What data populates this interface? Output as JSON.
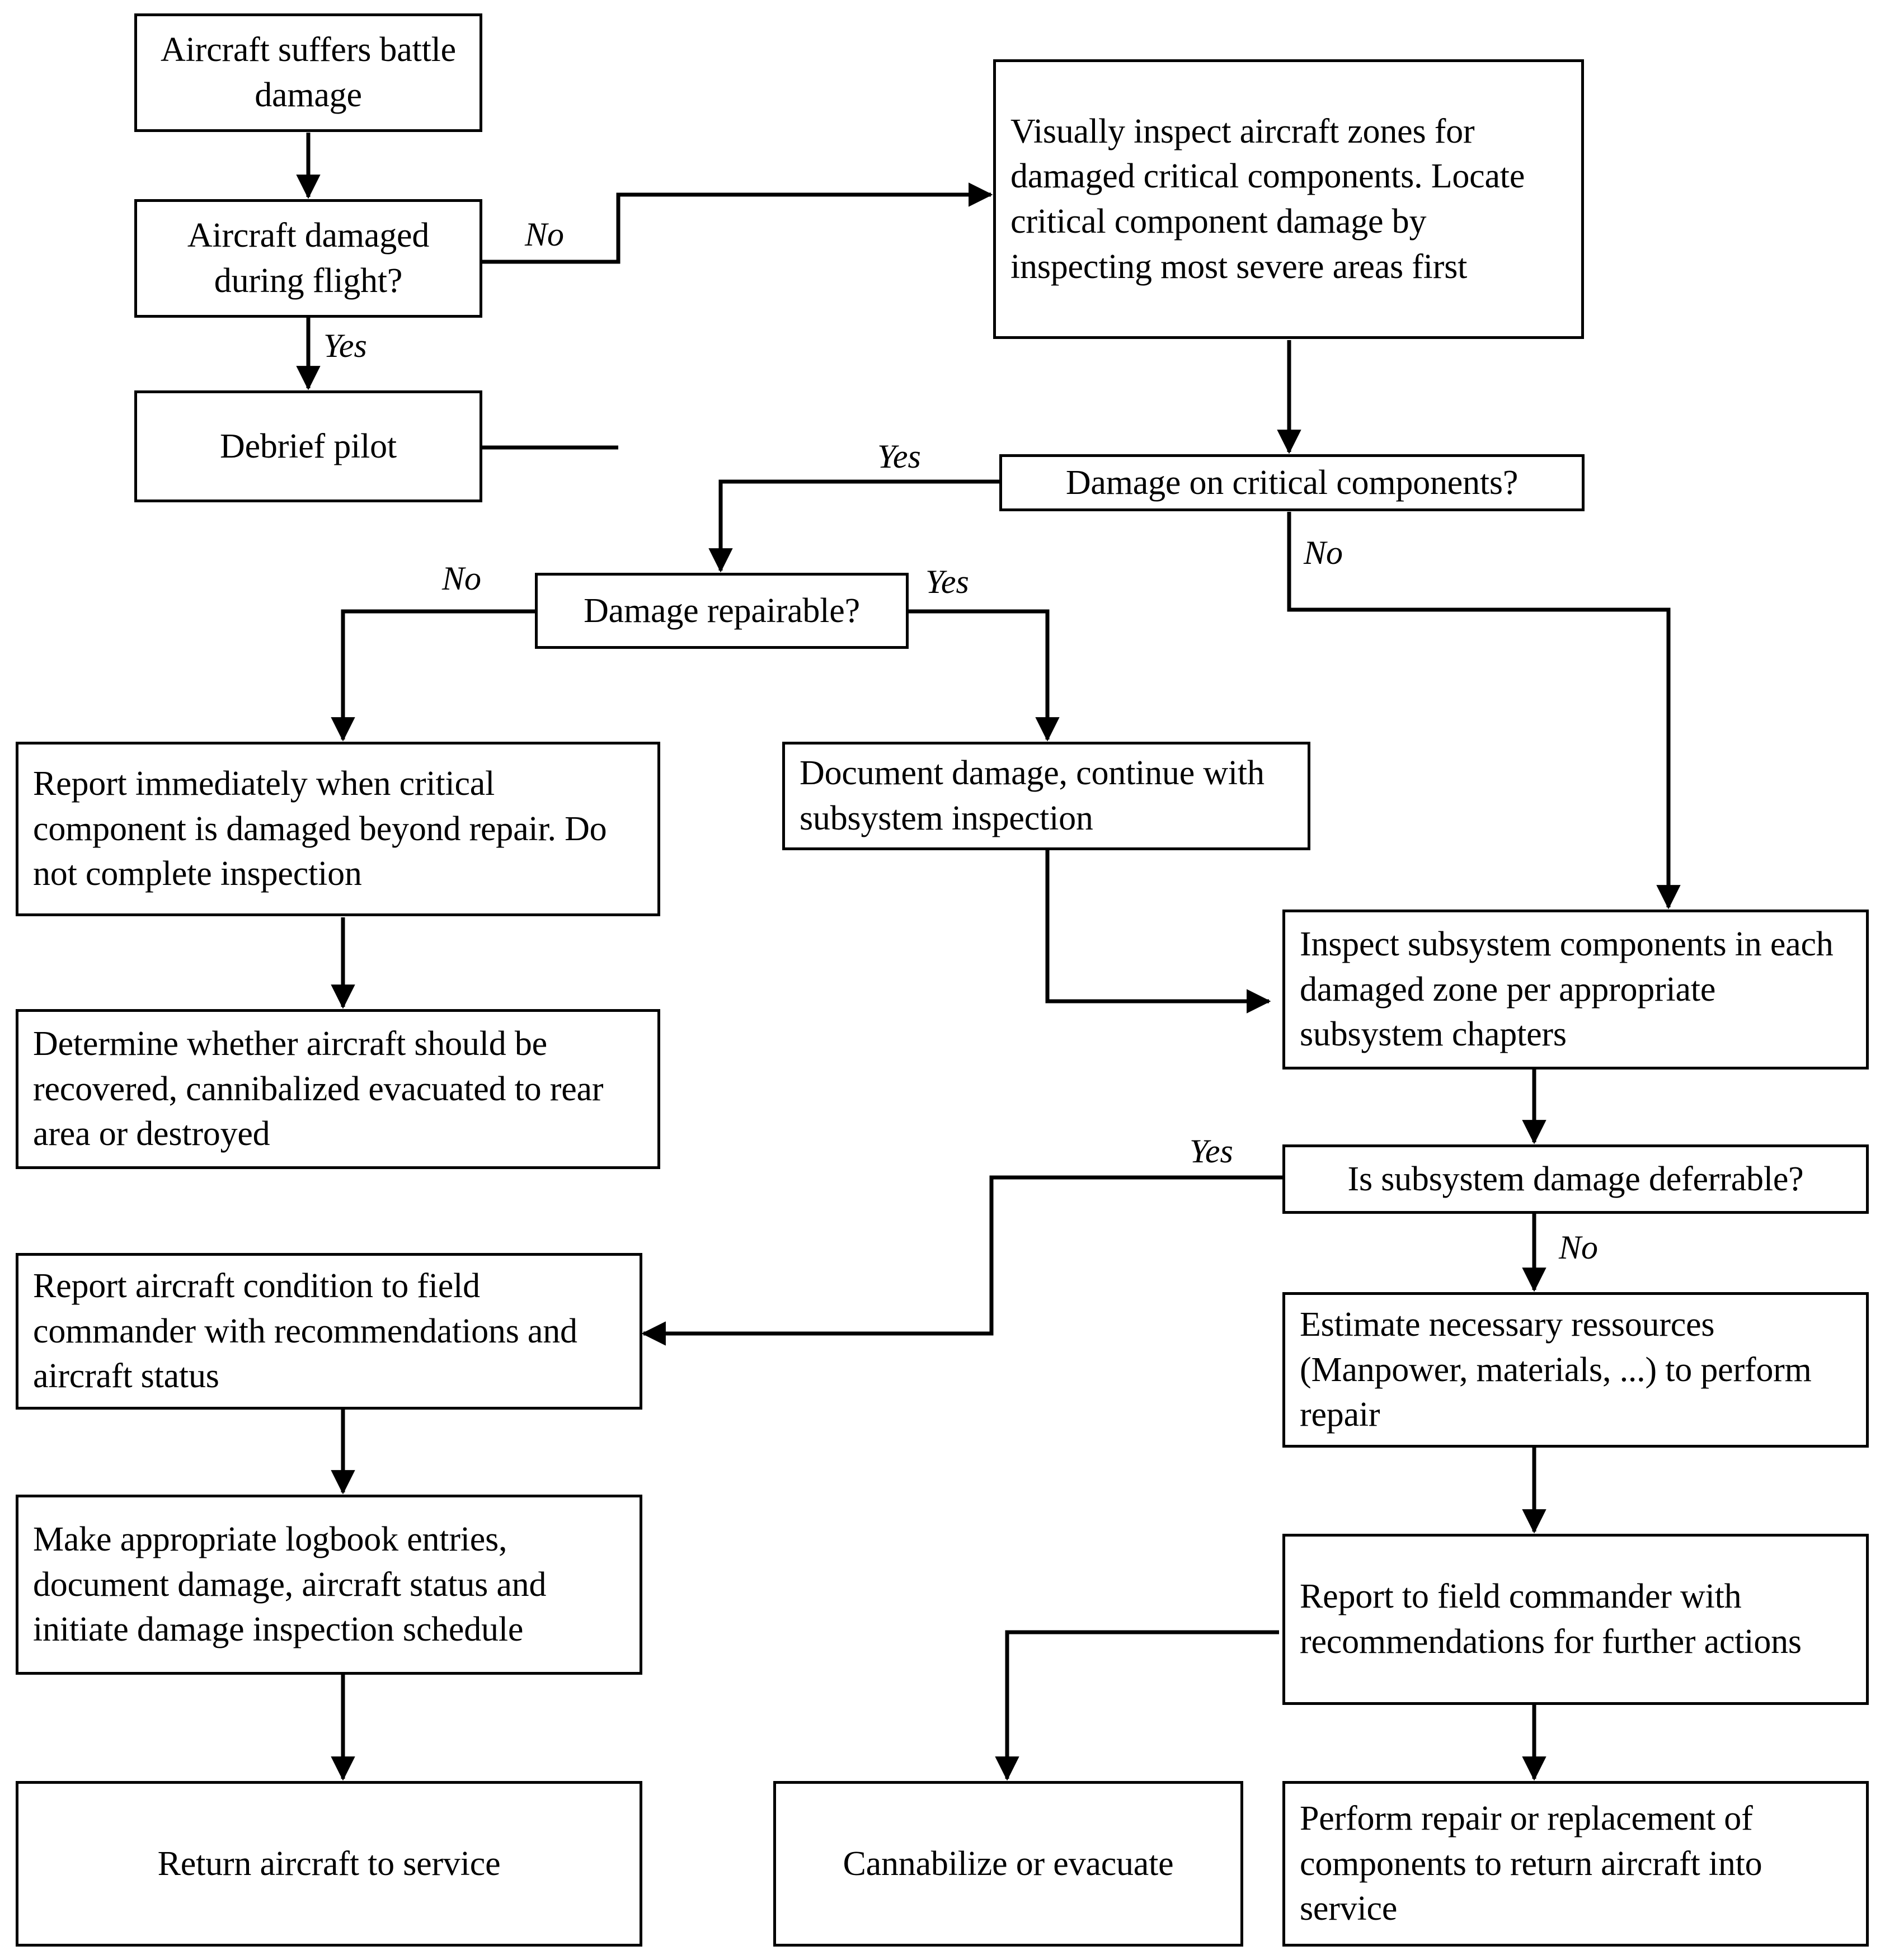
{
  "diagram": {
    "title": "Aircraft battle damage assessment and repair flowchart",
    "stroke_color": "#000000",
    "background_color": "#ffffff"
  },
  "nodes": {
    "start": {
      "text": "Aircraft  suffers battle damage"
    },
    "damaged_in_flight": {
      "text": "Aircraft damaged during flight?"
    },
    "debrief_pilot": {
      "text": "Debrief pilot"
    },
    "visual_inspect": {
      "text": "Visually inspect aircraft zones for damaged critical components. Locate critical component damage by inspecting most severe areas first"
    },
    "damage_critical": {
      "text": "Damage on critical components?"
    },
    "damage_repairable": {
      "text": "Damage repairable?"
    },
    "report_immediately": {
      "text": "Report immediately when critical component is damaged beyond repair. Do not complete inspection"
    },
    "document_damage": {
      "text": "Document damage, continue with subsystem inspection"
    },
    "determine_recovery": {
      "text": "Determine whether aircraft should be recovered, cannibalized evacuated to rear area or destroyed"
    },
    "inspect_subsystem": {
      "text": "Inspect subsystem components in each damaged zone per appropriate subsystem chapters"
    },
    "subsystem_deferrable": {
      "text": "Is subsystem damage deferrable?"
    },
    "report_condition": {
      "text": "Report aircraft condition to field commander with recommendations and aircraft status"
    },
    "estimate_resources": {
      "text": "Estimate necessary ressources (Manpower, materials, ...) to perform repair"
    },
    "logbook_entries": {
      "text": "Make appropriate logbook entries, document damage, aircraft status and initiate damage inspection schedule"
    },
    "report_field_commander": {
      "text": "Report to field commander with recommendations for further actions"
    },
    "return_service": {
      "text": "Return aircraft to service"
    },
    "cannibalize_evacuate": {
      "text": "Cannabilize or evacuate"
    },
    "perform_repair": {
      "text": "Perform repair or replacement of components to return aircraft into service"
    }
  },
  "edge_labels": {
    "flight_no": {
      "text": "No"
    },
    "flight_yes": {
      "text": "Yes"
    },
    "critical_yes": {
      "text": "Yes"
    },
    "critical_no": {
      "text": "No"
    },
    "repairable_no": {
      "text": "No"
    },
    "repairable_yes": {
      "text": "Yes"
    },
    "deferrable_yes": {
      "text": "Yes"
    },
    "deferrable_no": {
      "text": "No"
    }
  }
}
